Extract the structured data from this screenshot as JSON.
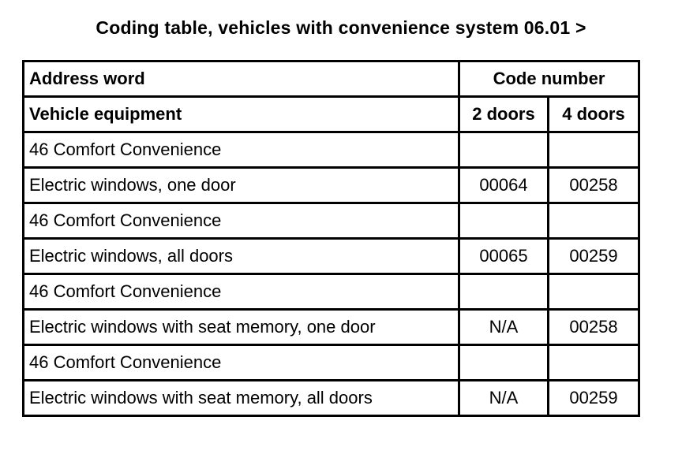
{
  "title": "Coding table, vehicles with convenience system 06.01 >",
  "table": {
    "header_row_1": {
      "address_word": "Address word",
      "code_number": "Code number"
    },
    "header_row_2": {
      "vehicle_equipment": "Vehicle equipment",
      "two_doors": "2 doors",
      "four_doors": "4 doors"
    },
    "rows": [
      {
        "equipment": "46 Comfort Convenience",
        "two_doors": "",
        "four_doors": ""
      },
      {
        "equipment": "Electric windows, one door",
        "two_doors": "00064",
        "four_doors": "00258"
      },
      {
        "equipment": "46 Comfort Convenience",
        "two_doors": "",
        "four_doors": ""
      },
      {
        "equipment": "Electric windows, all doors",
        "two_doors": "00065",
        "four_doors": "00259"
      },
      {
        "equipment": "46 Comfort Convenience",
        "two_doors": "",
        "four_doors": ""
      },
      {
        "equipment": "Electric windows with seat memory, one door",
        "two_doors": "N/A",
        "four_doors": "00258"
      },
      {
        "equipment": "46 Comfort Convenience",
        "two_doors": "",
        "four_doors": ""
      },
      {
        "equipment": "Electric windows with seat memory, all doors",
        "two_doors": "N/A",
        "four_doors": "00259"
      }
    ]
  }
}
